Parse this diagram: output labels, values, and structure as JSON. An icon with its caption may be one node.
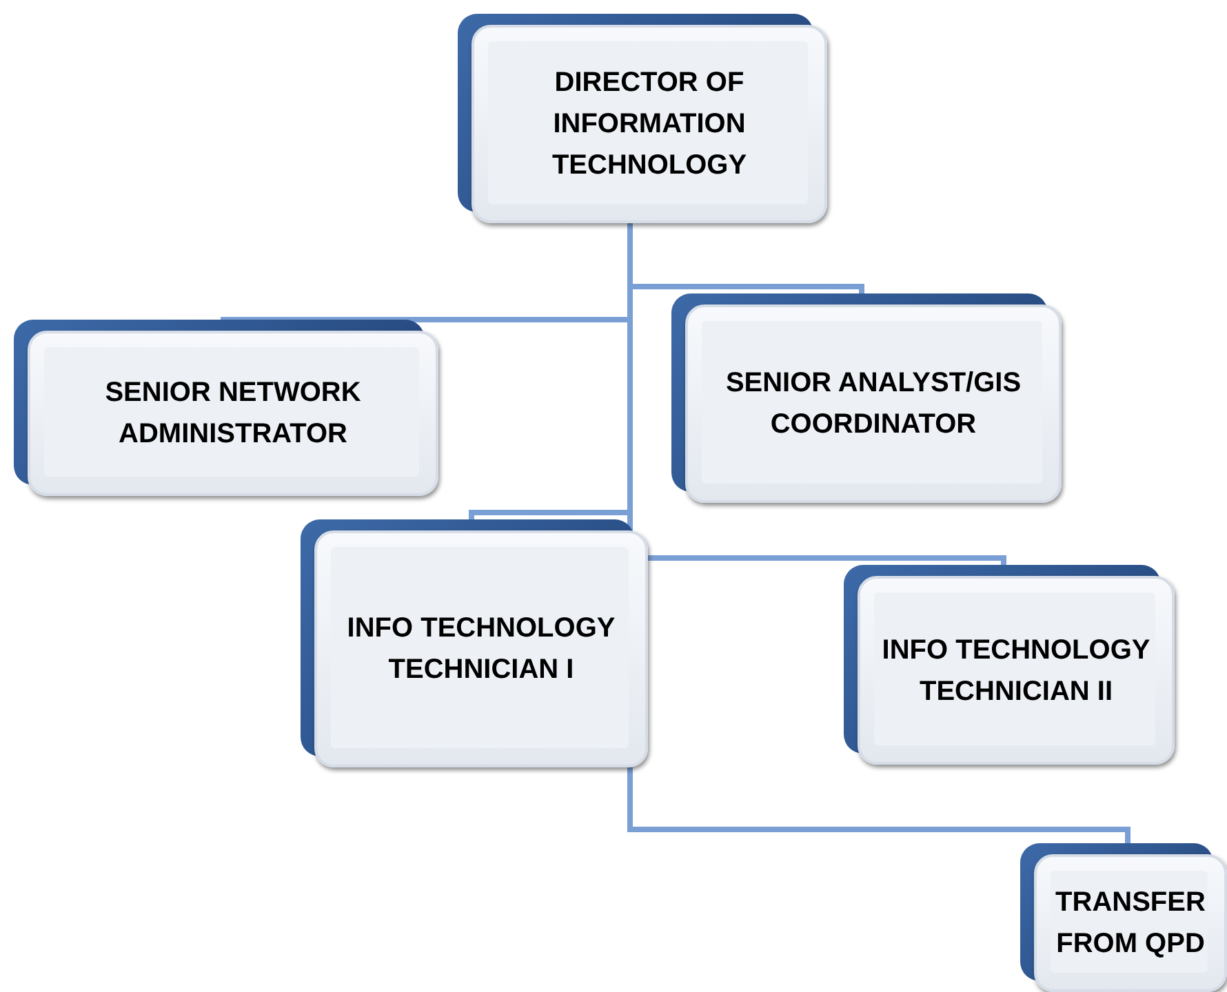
{
  "diagram": {
    "nodes": [
      {
        "text": [
          "DIRECTOR OF INFORMATION TECHNOLOGY"
        ]
      },
      {
        "text": [
          "SENIOR NETWORK ADMINISTRATOR"
        ]
      },
      {
        "text": [
          "SENIOR ANALYST/GIS COORDINATOR"
        ]
      },
      {
        "text": [
          "INFO TECHNOLOGY TECHNICIAN I"
        ]
      },
      {
        "text": [
          "INFO TECHNOLOGY TECHNICIAN II"
        ]
      },
      {
        "text": [
          "TRANSFER FROM QPD"
        ]
      }
    ],
    "edges": [
      {
        "from": 0,
        "to": 1,
        "arrow": "none"
      },
      {
        "from": 0,
        "to": 2,
        "arrow": "none"
      },
      {
        "from": 0,
        "to": 3,
        "arrow": "none"
      },
      {
        "from": 0,
        "to": 4,
        "arrow": "none"
      },
      {
        "from": 0,
        "to": 5,
        "arrow": "none"
      }
    ]
  }
}
